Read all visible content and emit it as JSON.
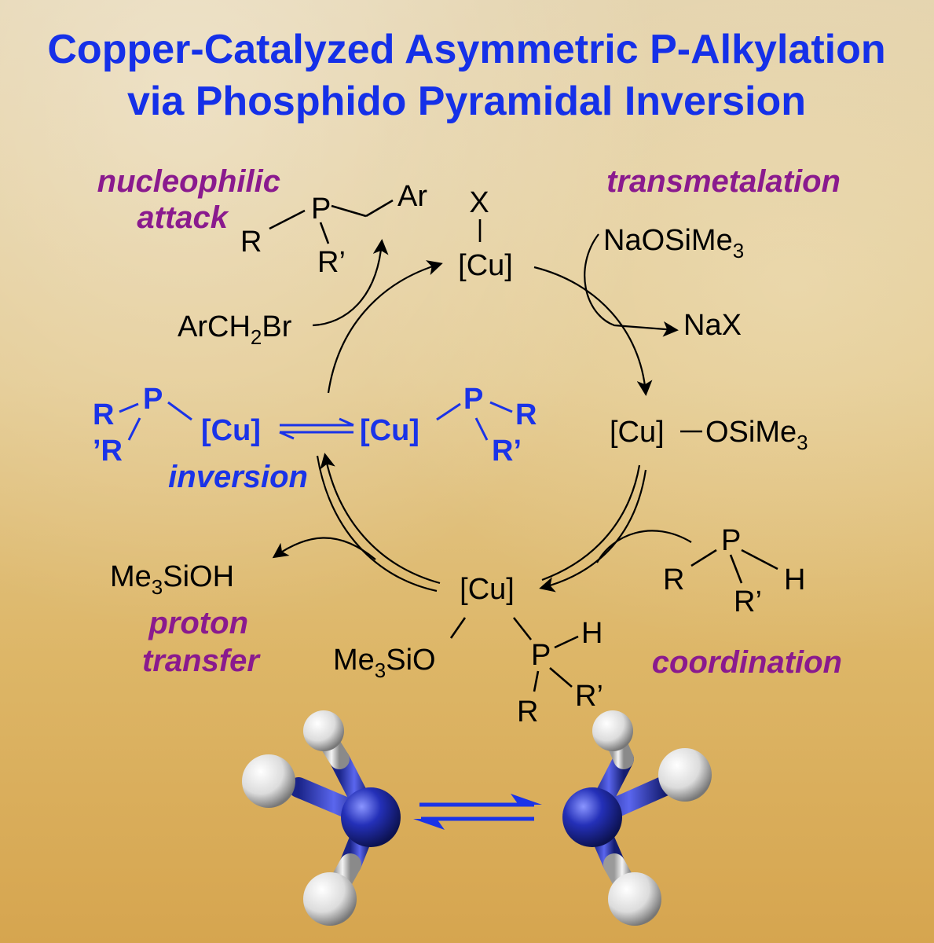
{
  "title": {
    "line1": "Copper-Catalyzed Asymmetric P-Alkylation",
    "line2": "via Phosphido Pyramidal Inversion"
  },
  "phases": {
    "nucleophilic_1": "nucleophilic",
    "nucleophilic_2": "attack",
    "transmetalation": "transmetalation",
    "proton_1": "proton",
    "proton_2": "transfer",
    "coordination": "coordination",
    "inversion": "inversion"
  },
  "species": {
    "product": {
      "P": "P",
      "Ar": "Ar",
      "R": "R",
      "Rprime": "R’"
    },
    "cu_x": {
      "X": "X",
      "Cu": "[Cu]"
    },
    "reagent_na": {
      "main": "NaOSiMe",
      "sub": "3"
    },
    "byproduct_na": "NaX",
    "alkyl_halide": {
      "pre": "ArCH",
      "sub": "2",
      "post": "Br"
    },
    "cu_osime3": {
      "Cu": "[Cu]",
      "dash": "—",
      "main": "OSiMe",
      "sub": "3"
    },
    "phosphine": {
      "P": "P",
      "R": "R",
      "H": "H",
      "Rprime": "R’"
    },
    "cu_complex": {
      "Cu": "[Cu]",
      "OSi_pre": "Me",
      "OSi_sub": "3",
      "OSi_post": "SiO",
      "P": "P",
      "H": "H",
      "R": "R",
      "Rprime": "R’"
    },
    "silanol": {
      "pre": "Me",
      "sub": "3",
      "post": "SiOH"
    },
    "phosphido_left": {
      "R": "R",
      "P": "P",
      "Rprime": "’R",
      "Cu": "[Cu]"
    },
    "phosphido_right": {
      "Cu": "[Cu]",
      "P": "P",
      "R": "R",
      "Rprime": "R’"
    }
  },
  "colors": {
    "title": "#1530e8",
    "phase_labels": "#8a1a8e",
    "phosphido_species": "#1a33e8",
    "nitrogen_atom": "#2430b8",
    "hydrogen_atom": "#f0f0f0"
  },
  "models": {
    "left": "pyramidal-molecule-model",
    "right": "inverted-pyramidal-molecule-model"
  }
}
